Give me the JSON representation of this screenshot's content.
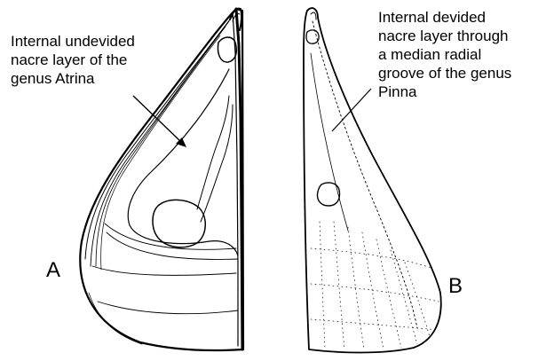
{
  "figure": {
    "panels": [
      {
        "letter": "A",
        "caption": "Internal undevided\nnacre layer of the\ngenus Atrina"
      },
      {
        "letter": "B",
        "caption": "Internal devided\nnacre layer through\na median radial\ngroove of the genus\nPinna"
      }
    ],
    "colors": {
      "ink": "#000000",
      "background": "#ffffff"
    }
  }
}
